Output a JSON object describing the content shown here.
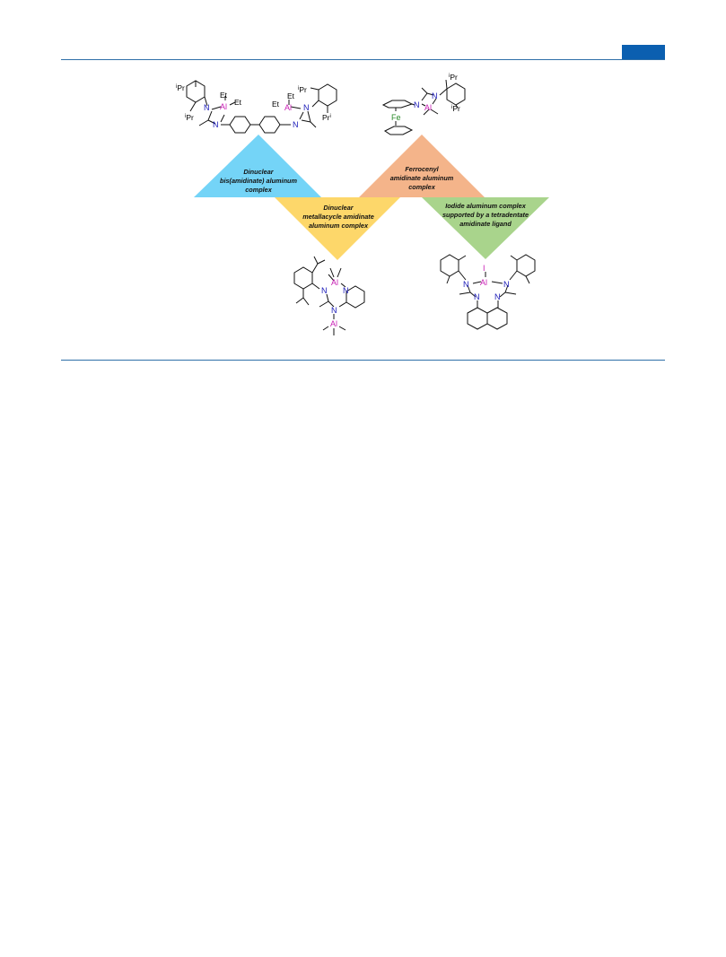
{
  "theme": {
    "header_blue": "#0b5fb0",
    "rule_color": "#2f6fa8",
    "nitrogen_color": "#1a1ab8",
    "aluminum_color": "#c81eb4",
    "iron_color": "#2a8a2a",
    "triangle_blue": "#74d4f7",
    "triangle_yellow": "#fdd76a",
    "triangle_orange": "#f4b48a",
    "triangle_green": "#a9d48c"
  },
  "panels": [
    {
      "id": "dinuclear-bis",
      "color_key": "triangle_blue",
      "label_lines": [
        "Dinuclear",
        "bis(amidinate) aluminum",
        "complex"
      ]
    },
    {
      "id": "dinuclear-metallacycle",
      "color_key": "triangle_yellow",
      "label_lines": [
        "Dinuclear",
        "metallacycle amidinate",
        "aluminum complex"
      ]
    },
    {
      "id": "ferrocenyl",
      "color_key": "triangle_orange",
      "label_lines": [
        "Ferrocenyl",
        "amidinate aluminum",
        "complex"
      ]
    },
    {
      "id": "iodide",
      "color_key": "triangle_green",
      "label_lines": [
        "Iodide aluminum complex",
        "supported by a tetradentate",
        "amidinate ligand"
      ]
    }
  ],
  "atoms": {
    "N": "N",
    "Al": "Al",
    "Fe": "Fe",
    "I": "I",
    "Et": "Et",
    "iPr_sup": "i",
    "Pr": "Pr"
  }
}
